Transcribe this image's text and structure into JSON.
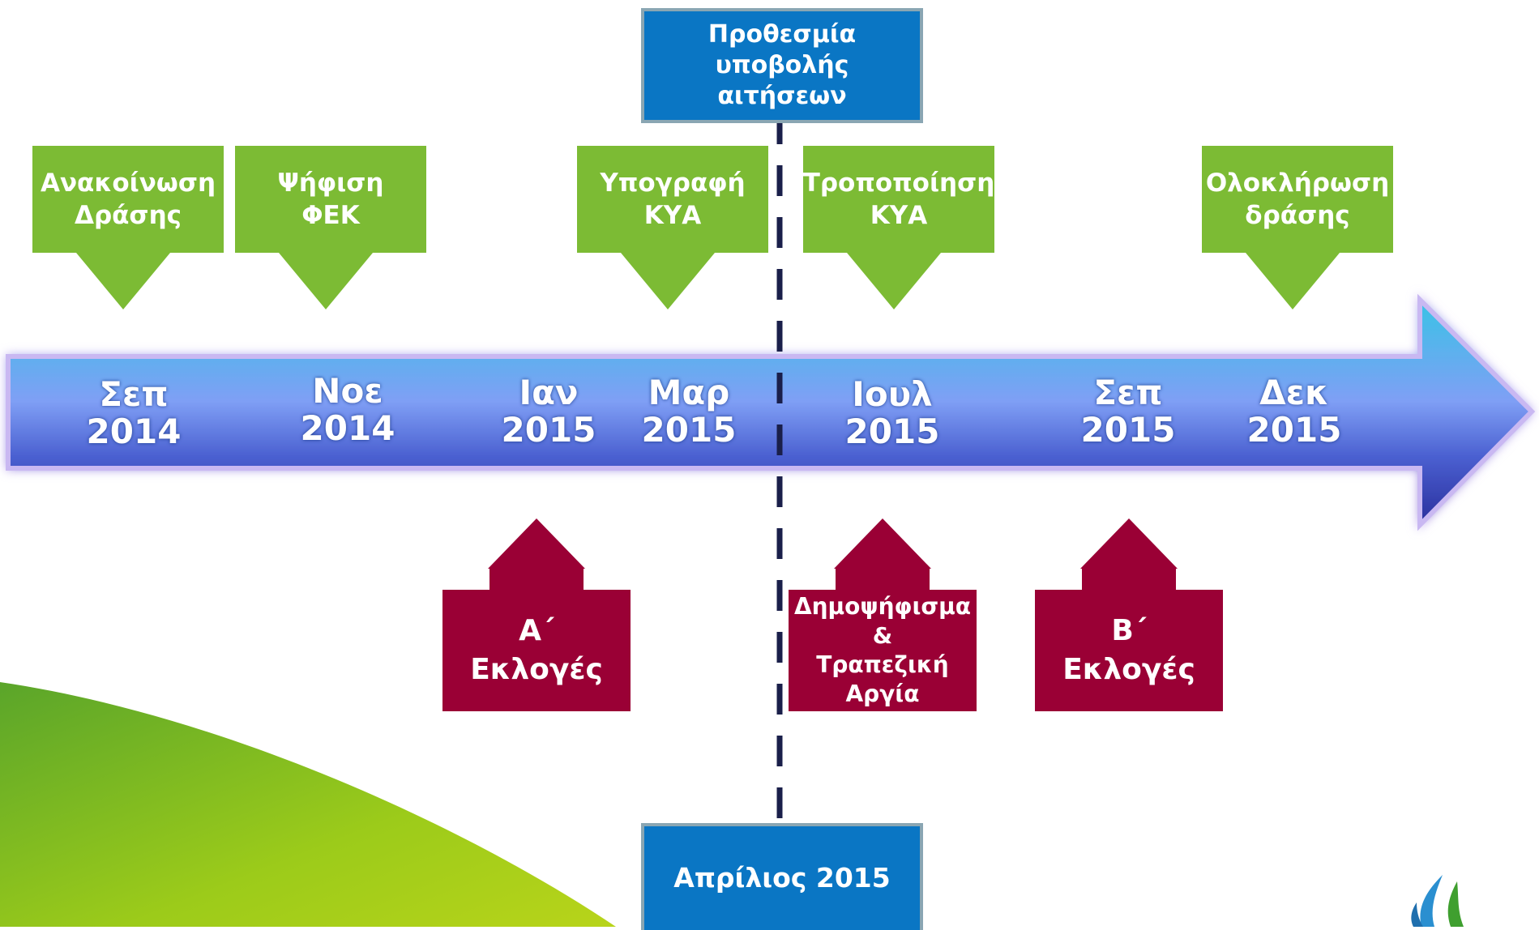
{
  "deadline_top": {
    "label": "Προθεσμία\nυποβολής\nαιτήσεων"
  },
  "deadline_bottom": {
    "label": "Απρίλιος 2015"
  },
  "milestones_above": [
    {
      "label": "Ανακοίνωση\nΔράσης"
    },
    {
      "label": "Ψήφιση\nΦΕΚ"
    },
    {
      "label": "Υπογραφή\nΚΥΑ"
    },
    {
      "label": "Τροποποίηση\nΚΥΑ"
    },
    {
      "label": "Ολοκλήρωση\nδράσης"
    }
  ],
  "timeline_dates": [
    {
      "month": "Σεπ",
      "year": "2014"
    },
    {
      "month": "Νοε",
      "year": "2014"
    },
    {
      "month": "Ιαν",
      "year": "2015"
    },
    {
      "month": "Μαρ",
      "year": "2015"
    },
    {
      "month": "Ιουλ",
      "year": "2015"
    },
    {
      "month": "Σεπ",
      "year": "2015"
    },
    {
      "month": "Δεκ",
      "year": "2015"
    }
  ],
  "events_below": [
    {
      "label": "Α΄\nΕκλογές"
    },
    {
      "label": "Δημοψήφισμα\n&\nΤραπεζική\nΑργία"
    },
    {
      "label": "Β΄\nΕκλογές"
    }
  ],
  "colors": {
    "milestone_green": "#7cbb34",
    "event_red": "#9a0035",
    "deadline_blue": "#0a76c4",
    "bg_green": "#8dc21f"
  },
  "logo": {
    "icon": "leaf-flame-logo-icon"
  }
}
